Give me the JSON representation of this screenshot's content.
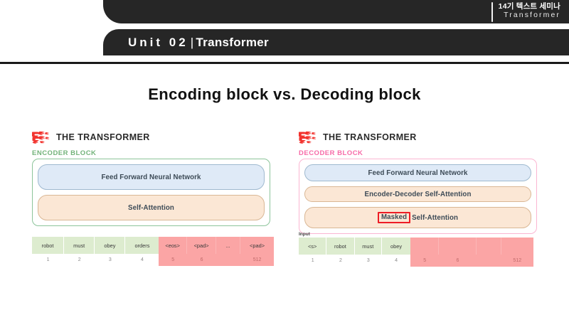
{
  "header": {
    "brand_kr": "14기 텍스트 세미나",
    "brand_en": "Transformer",
    "unit_prefix": "Unit 02",
    "unit_separator": "|",
    "unit_name": "Transformer"
  },
  "slide": {
    "title": "Encoding block vs. Decoding block"
  },
  "encoder": {
    "logo_name": "the-transformer-logo",
    "logo_text": "THE TRANSFORMER",
    "block_label": "ENCODER BLOCK",
    "layers": [
      {
        "label": "Feed Forward Neural Network",
        "style": "ffn"
      },
      {
        "label": "Self-Attention",
        "style": "attn"
      }
    ],
    "tokens": [
      {
        "token": "robot",
        "index": "1",
        "kind": "green"
      },
      {
        "token": "must",
        "index": "2",
        "kind": "green"
      },
      {
        "token": "obey",
        "index": "3",
        "kind": "green"
      },
      {
        "token": "orders",
        "index": "4",
        "kind": "green"
      },
      {
        "token": "<eos>",
        "index": "5",
        "kind": "pink"
      },
      {
        "token": "<pad>",
        "index": "6",
        "kind": "pink"
      },
      {
        "token": "...",
        "index": "",
        "kind": "pink"
      },
      {
        "token": "<pad>",
        "index": "512",
        "kind": "pink"
      }
    ]
  },
  "decoder": {
    "logo_name": "the-transformer-logo",
    "logo_text": "THE TRANSFORMER",
    "block_label": "DECODER BLOCK",
    "layers": [
      {
        "label": "Feed Forward Neural Network",
        "style": "ffn"
      },
      {
        "label": "Encoder-Decoder Self-Attention",
        "style": "attn"
      },
      {
        "label_highlight": "Masked",
        "label": "Self-Attention",
        "style": "attn"
      }
    ],
    "input_label": "Input",
    "tokens": [
      {
        "token": "<s>",
        "index": "1",
        "kind": "green"
      },
      {
        "token": "robot",
        "index": "2",
        "kind": "green"
      },
      {
        "token": "must",
        "index": "3",
        "kind": "green"
      },
      {
        "token": "obey",
        "index": "4",
        "kind": "green"
      },
      {
        "token": "",
        "index": "5",
        "kind": "pink"
      },
      {
        "token": "",
        "index": "6",
        "kind": "pink"
      },
      {
        "token": "",
        "index": "",
        "kind": "pink"
      },
      {
        "token": "",
        "index": "512",
        "kind": "pink"
      }
    ]
  },
  "colors": {
    "header_bg": "#262626",
    "encoder_accent": "#73b37a",
    "decoder_accent": "#f76ba8",
    "ffn_fill": "#dfeaf7",
    "attn_fill": "#fbe7d5",
    "token_green": "#ddeccf",
    "token_pink": "#fba5a5",
    "highlight_red": "#ee1c25",
    "logo_red": "#f2332e"
  }
}
